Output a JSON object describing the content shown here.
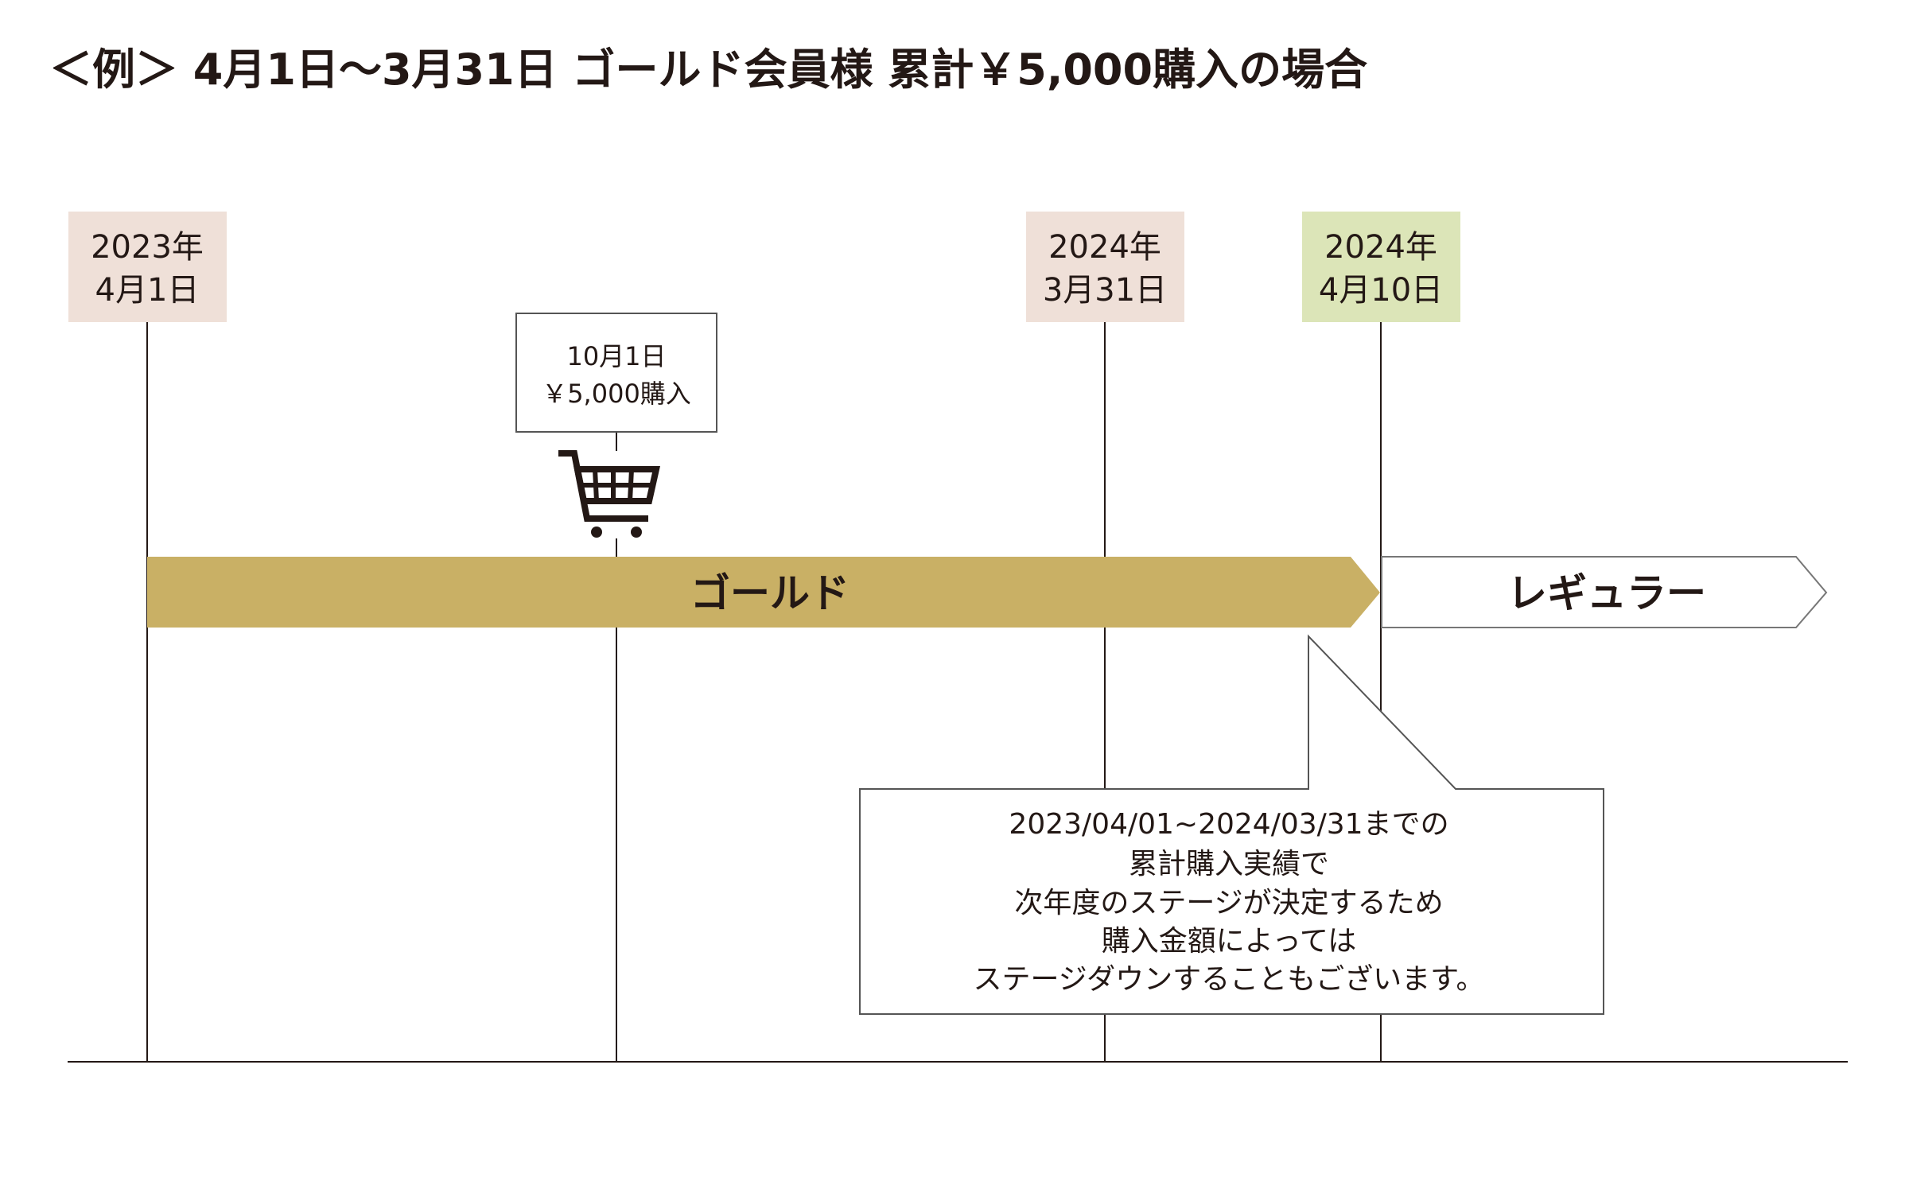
{
  "title": "＜例＞ 4月1日〜3月31日 ゴールド会員様 累計￥5,000購入の場合",
  "dates": [
    {
      "year": "2023年",
      "day": "4月1日",
      "color": "#efe0d8"
    },
    {
      "year": "2024年",
      "day": "3月31日",
      "color": "#efe0d8"
    },
    {
      "year": "2024年",
      "day": "4月10日",
      "color": "#dce5b8"
    }
  ],
  "purchase": {
    "date": "10月1日",
    "amount": "￥5,000購入",
    "icon": "shopping-cart-icon"
  },
  "stages": {
    "gold": "ゴールド",
    "gold_color": "#c9b065",
    "regular": "レギュラー"
  },
  "note": [
    "2023/04/01~2024/03/31までの",
    "累計購入実績で",
    "次年度のステージが決定するため",
    "購入金額によっては",
    "ステージダウンすることもございます。"
  ]
}
